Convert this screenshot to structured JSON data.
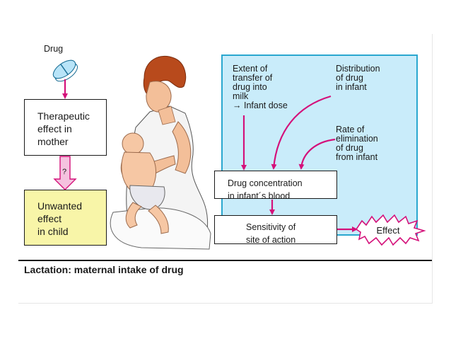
{
  "labels": {
    "drug": "Drug",
    "therapeutic": "Therapeutic\neffect in\nmother",
    "unwanted": "Unwanted\neffect\nin child",
    "question": "?",
    "extent": "Extent of\ntransfer of\ndrug into\nmilk\n→ Infant dose",
    "distribution": "Distribution\nof drug\nin infant",
    "elimination": "Rate of\nelimination\nof drug\nfrom infant",
    "concentration": "Drug concentration\nin infant´s blood",
    "sensitivity": "Sensitivity of\nsite of action",
    "effect": "Effect",
    "caption": "Lactation: maternal intake of drug"
  },
  "colors": {
    "arrow": "#d4117a",
    "panel_fill": "#c9ecfa",
    "panel_border": "#2aa7cf",
    "unwanted_fill": "#f8f5a8",
    "question_arrow_fill": "#f5c2df",
    "pill": "#8ed0f0"
  }
}
